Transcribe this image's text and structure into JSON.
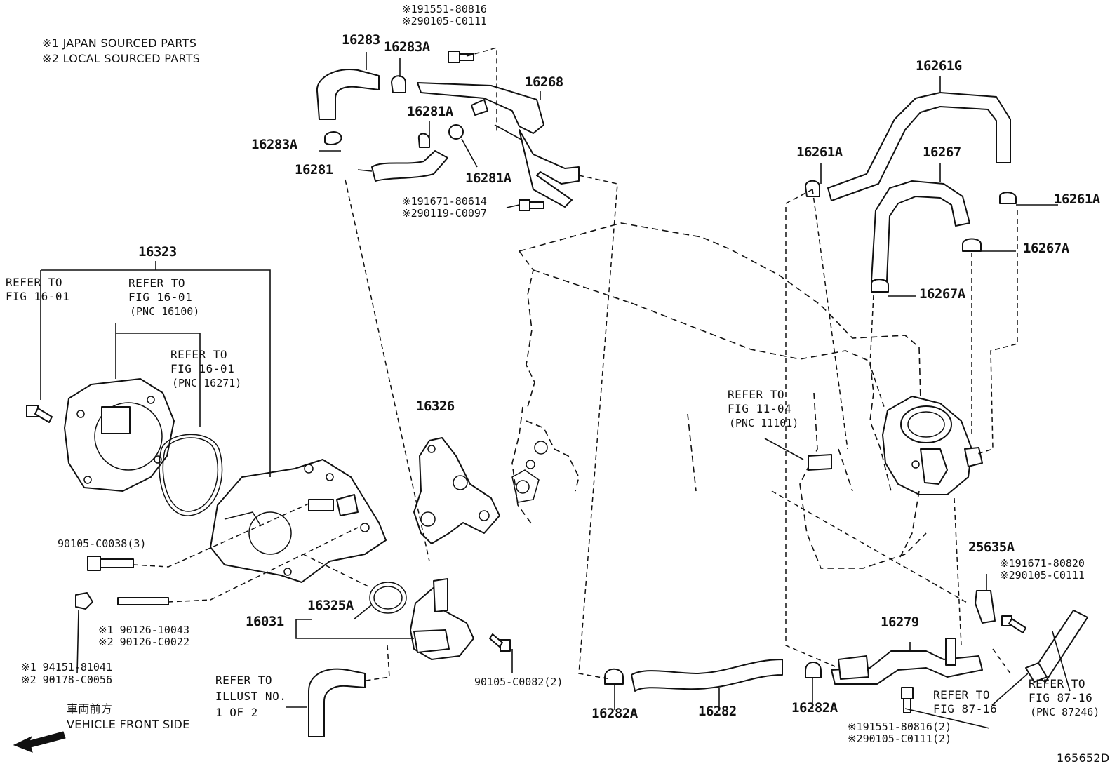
{
  "notes": {
    "line1": "※1 JAPAN SOURCED PARTS",
    "line2": "※2 LOCAL SOURCED PARTS"
  },
  "parts": {
    "p16283": "16283",
    "p16283A_top": "16283A",
    "p16283A_left": "16283A",
    "p16268": "16268",
    "p16281A_top": "16281A",
    "p16281A_right": "16281A",
    "p16281": "16281",
    "p16261G": "16261G",
    "p16261A_left": "16261A",
    "p16261A_right": "16261A",
    "p16267": "16267",
    "p16267A_right": "16267A",
    "p16267A_left": "16267A",
    "p16323": "16323",
    "p16326": "16326",
    "p25635A": "25635A",
    "p16325A": "16325A",
    "p16031": "16031",
    "p16279": "16279",
    "p16282A_left": "16282A",
    "p16282": "16282",
    "p16282A_right": "16282A"
  },
  "bolts": {
    "b_top_1": "※191551-80816",
    "b_top_2": "※290105-C0111",
    "b_mid_1": "※191671-80614",
    "b_mid_2": "※290119-C0097",
    "b_9010538": "90105-C0038(3)",
    "b_stud_1": "※1 90126-10043",
    "b_stud_2": "※2 90126-C0022",
    "b_nut_1": "※1 94151-81041",
    "b_nut_2": "※2 90178-C0056",
    "b_9010582": "90105-C0082(2)",
    "b_bracket_1": "※191671-80820",
    "b_bracket_2": "※290105-C0111",
    "b_bottom_1": "※191551-80816(2)",
    "b_bottom_2": "※290105-C0111(2)"
  },
  "refs": {
    "r1_a": "REFER TO",
    "r1_b": "FIG 16-01",
    "r2_a": "REFER TO",
    "r2_b": "FIG 16-01",
    "r2_c": "(PNC 16100)",
    "r3_a": "REFER TO",
    "r3_b": "FIG 16-01",
    "r3_c": "(PNC 16271)",
    "r4_a": "REFER TO",
    "r4_b": "FIG 11-04",
    "r4_c": "(PNC 11101)",
    "r5_a": "REFER TO",
    "r5_b": "ILLUST NO.",
    "r5_c": "1 OF 2",
    "r6_a": "REFER TO",
    "r6_b": "FIG 87-16",
    "r7_a": "REFER TO",
    "r7_b": "FIG 87-16",
    "r7_c": "(PNC 87246)"
  },
  "direction": {
    "jp": "車両前方",
    "en": "VEHICLE FRONT SIDE",
    "icon": "arrow-left-down-icon"
  },
  "diagram_id": "165652D"
}
